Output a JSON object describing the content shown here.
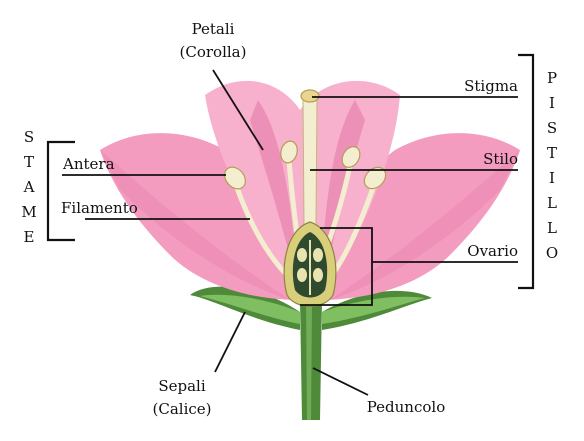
{
  "diagram": {
    "labels": {
      "petali_line1": "Petali",
      "petali_line2": "(Corolla)",
      "stigma": "Stigma",
      "antera": "Antera",
      "stilo": "Stilo",
      "filamento": "Filamento",
      "ovario": "Ovario",
      "sepali_line1": "Sepali",
      "sepali_line2": "(Calice)",
      "peduncolo": "Peduncolo"
    },
    "groups": {
      "stame_letters": [
        "S",
        "T",
        "A",
        "M",
        "E"
      ],
      "pistillo_letters": [
        "P",
        "I",
        "S",
        "T",
        "I",
        "L",
        "L",
        "O"
      ]
    },
    "colors": {
      "petal": "#f49bc0",
      "petal_dark": "#e57aa8",
      "stem": "#4f8a3a",
      "sepal": "#5e9a48",
      "stamen": "#f3eed0",
      "ovary": "#d9cf7a"
    }
  }
}
